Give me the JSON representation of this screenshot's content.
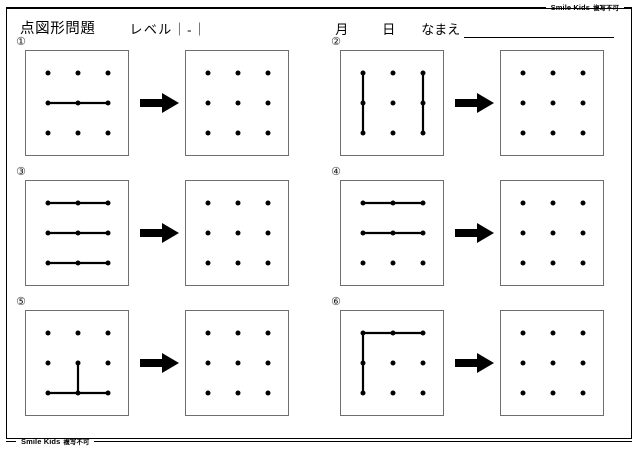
{
  "branding": {
    "name": "Smile Kids",
    "note": "複写不可"
  },
  "header": {
    "title": "点図形問題",
    "level": "レベル｜-｜",
    "month_label": "月",
    "day_label": "日",
    "name_label": "なまえ",
    "name_value": ""
  },
  "grid": {
    "rows": 3,
    "cols": 3,
    "dot_color": "#000000",
    "line_color": "#000000",
    "box_border_color": "#6e6e6e"
  },
  "icons": {
    "arrow": "right-arrow-icon"
  },
  "problems": [
    {
      "number": "①",
      "shape_name": "middle-horizontal-line",
      "lines": [
        {
          "from": [
            1,
            0
          ],
          "to": [
            1,
            2
          ]
        }
      ]
    },
    {
      "number": "②",
      "shape_name": "two-vertical-lines-left-right",
      "lines": [
        {
          "from": [
            0,
            0
          ],
          "to": [
            2,
            0
          ]
        },
        {
          "from": [
            0,
            2
          ],
          "to": [
            2,
            2
          ]
        }
      ]
    },
    {
      "number": "③",
      "shape_name": "three-horizontal-lines",
      "lines": [
        {
          "from": [
            0,
            0
          ],
          "to": [
            0,
            2
          ]
        },
        {
          "from": [
            1,
            0
          ],
          "to": [
            1,
            2
          ]
        },
        {
          "from": [
            2,
            0
          ],
          "to": [
            2,
            2
          ]
        }
      ]
    },
    {
      "number": "④",
      "shape_name": "two-horizontal-lines-top-middle",
      "lines": [
        {
          "from": [
            0,
            0
          ],
          "to": [
            0,
            2
          ]
        },
        {
          "from": [
            1,
            0
          ],
          "to": [
            1,
            2
          ]
        }
      ]
    },
    {
      "number": "⑤",
      "shape_name": "inverted-t-shape",
      "lines": [
        {
          "from": [
            2,
            0
          ],
          "to": [
            2,
            2
          ]
        },
        {
          "from": [
            1,
            1
          ],
          "to": [
            2,
            1
          ]
        }
      ]
    },
    {
      "number": "⑥",
      "shape_name": "corner-gamma-shape",
      "lines": [
        {
          "from": [
            0,
            0
          ],
          "to": [
            0,
            2
          ]
        },
        {
          "from": [
            0,
            0
          ],
          "to": [
            2,
            0
          ]
        }
      ]
    }
  ]
}
